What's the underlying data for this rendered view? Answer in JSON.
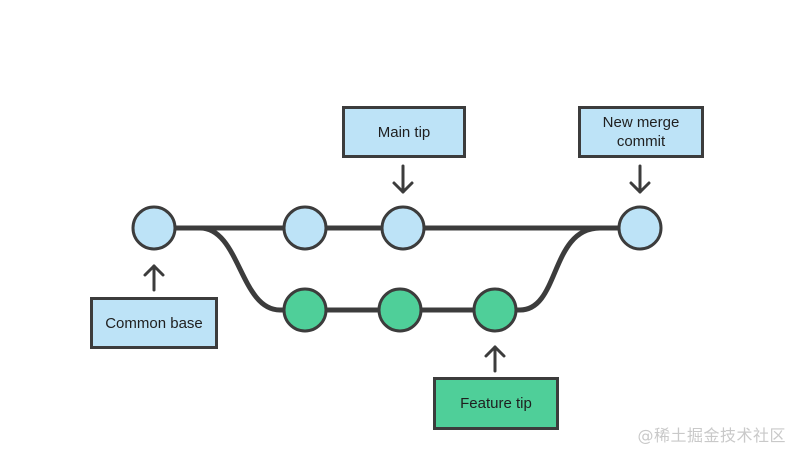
{
  "labels": {
    "main_tip": "Main tip",
    "new_merge_commit": "New merge commit",
    "common_base": "Common base",
    "feature_tip": "Feature tip"
  },
  "watermark": "@稀土掘金技术社区",
  "colors": {
    "main_commit_fill": "#bde3f7",
    "feature_commit_fill": "#4fcf99",
    "stroke": "#3c3c3c",
    "background": "#ffffff"
  },
  "icons": {
    "arrow_up": "arrow-up-icon",
    "arrow_down": "arrow-down-icon"
  }
}
